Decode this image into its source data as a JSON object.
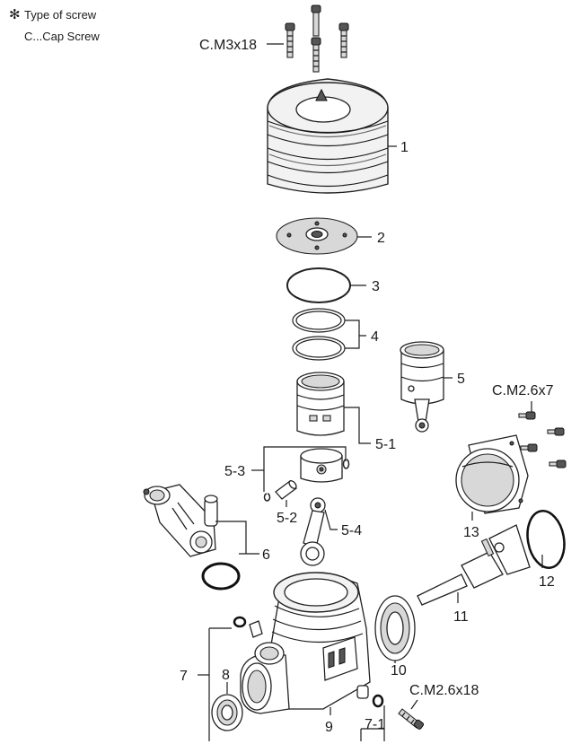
{
  "note": {
    "asterisk": "✻",
    "title": "Type of screw",
    "cap_screw": "C...Cap Screw"
  },
  "screws": {
    "top": "C.M3x18",
    "cover": "C.M2.6x7",
    "bottom": "C.M2.6x18"
  },
  "parts": {
    "p1": "1",
    "p2": "2",
    "p3": "3",
    "p4": "4",
    "p5": "5",
    "p5_1": "5-1",
    "p5_2": "5-2",
    "p5_3": "5-3",
    "p5_4": "5-4",
    "p6": "6",
    "p7": "7",
    "p7_1": "7-1",
    "p8": "8",
    "p9": "9",
    "p10": "10",
    "p11": "11",
    "p12": "12",
    "p13": "13"
  }
}
